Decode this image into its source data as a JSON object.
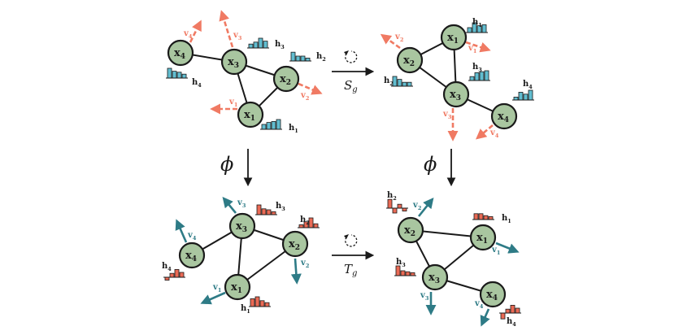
{
  "colors": {
    "node_fill": "#a9c6a0",
    "node_stroke": "#1a1a1a",
    "vec_top": "#f07a63",
    "vec_bottom": "#2e7b86",
    "hist_top": "#62bdd0",
    "hist_bottom": "#ea6a55",
    "hist_stroke": "#1a1a1a",
    "text": "#1a1a1a"
  },
  "maps": {
    "phi_symbol": "ϕ",
    "sg_symbol": "S",
    "sg_subscript": "g",
    "tg_symbol": "T",
    "tg_subscript": "g"
  },
  "panels": [
    {
      "id": "top-left",
      "nodes": [
        {
          "id": "x4",
          "base": "x",
          "sub": "4"
        },
        {
          "id": "x3",
          "base": "x",
          "sub": "3"
        },
        {
          "id": "x2",
          "base": "x",
          "sub": "2"
        },
        {
          "id": "x1",
          "base": "x",
          "sub": "1"
        }
      ],
      "edges": [
        [
          "x4",
          "x3"
        ],
        [
          "x3",
          "x2"
        ],
        [
          "x3",
          "x1"
        ],
        [
          "x2",
          "x1"
        ]
      ],
      "vectors": [
        {
          "node": "x4",
          "label": "v",
          "sub": "4"
        },
        {
          "node": "x3",
          "label": "v",
          "sub": "3"
        },
        {
          "node": "x2",
          "label": "v",
          "sub": "2"
        },
        {
          "node": "x1",
          "label": "v",
          "sub": "1"
        }
      ],
      "histograms": [
        {
          "node": "x3",
          "label": "h",
          "sub": "3",
          "values": [
            0.4,
            0.6,
            1.0,
            0.7
          ]
        },
        {
          "node": "x2",
          "label": "h",
          "sub": "2",
          "values": [
            0.9,
            0.5,
            0.5,
            0.3
          ]
        },
        {
          "node": "x4",
          "label": "h",
          "sub": "4",
          "values": [
            1.0,
            0.7,
            0.6,
            0.4
          ]
        },
        {
          "node": "x1",
          "label": "h",
          "sub": "1",
          "values": [
            0.5,
            0.7,
            0.8,
            1.0
          ]
        }
      ]
    },
    {
      "id": "top-right",
      "nodes": [
        {
          "id": "x1",
          "base": "x",
          "sub": "1"
        },
        {
          "id": "x2",
          "base": "x",
          "sub": "2"
        },
        {
          "id": "x3",
          "base": "x",
          "sub": "3"
        },
        {
          "id": "x4",
          "base": "x",
          "sub": "4"
        }
      ],
      "edges": [
        [
          "x1",
          "x2"
        ],
        [
          "x1",
          "x3"
        ],
        [
          "x2",
          "x3"
        ],
        [
          "x3",
          "x4"
        ]
      ],
      "vectors": [
        {
          "node": "x2",
          "label": "v",
          "sub": "2"
        },
        {
          "node": "x1",
          "label": "v",
          "sub": "1"
        },
        {
          "node": "x3",
          "label": "v",
          "sub": "3"
        },
        {
          "node": "x4",
          "label": "v",
          "sub": "4"
        }
      ],
      "histograms": [
        {
          "node": "x1",
          "label": "h",
          "sub": "1",
          "values": [
            0.5,
            1.0,
            0.7,
            0.8
          ]
        },
        {
          "node": "x3",
          "label": "h",
          "sub": "3",
          "values": [
            0.4,
            0.8,
            0.9,
            1.0
          ]
        },
        {
          "node": "x2",
          "label": "h",
          "sub": "2",
          "values": [
            1.0,
            0.7,
            0.4,
            0.4
          ]
        },
        {
          "node": "x4",
          "label": "h",
          "sub": "4",
          "values": [
            0.3,
            0.8,
            0.6,
            1.0
          ]
        }
      ]
    },
    {
      "id": "bottom-left",
      "nodes": [
        {
          "id": "x3",
          "base": "x",
          "sub": "3"
        },
        {
          "id": "x2",
          "base": "x",
          "sub": "2"
        },
        {
          "id": "x4",
          "base": "x",
          "sub": "4"
        },
        {
          "id": "x1",
          "base": "x",
          "sub": "1"
        }
      ],
      "edges": [
        [
          "x4",
          "x3"
        ],
        [
          "x3",
          "x2"
        ],
        [
          "x3",
          "x1"
        ],
        [
          "x2",
          "x1"
        ]
      ],
      "vectors": [
        {
          "node": "x3",
          "label": "v",
          "sub": "3"
        },
        {
          "node": "x4",
          "label": "v",
          "sub": "4"
        },
        {
          "node": "x2",
          "label": "v",
          "sub": "2"
        },
        {
          "node": "x1",
          "label": "v",
          "sub": "1"
        }
      ],
      "histograms": [
        {
          "node": "x3",
          "label": "h",
          "sub": "3",
          "values": [
            1.0,
            0.6,
            0.5,
            0.3
          ]
        },
        {
          "node": "x2",
          "label": "h",
          "sub": "2",
          "values": [
            0.3,
            0.6,
            1.0,
            0.4
          ]
        },
        {
          "node": "x4",
          "label": "h",
          "sub": "4",
          "values": [
            -0.3,
            0.4,
            0.8,
            0.5
          ]
        },
        {
          "node": "x1",
          "label": "h",
          "sub": "1",
          "values": [
            0.8,
            1.0,
            0.6,
            0.4
          ]
        }
      ]
    },
    {
      "id": "bottom-right",
      "nodes": [
        {
          "id": "x2",
          "base": "x",
          "sub": "2"
        },
        {
          "id": "x1",
          "base": "x",
          "sub": "1"
        },
        {
          "id": "x3",
          "base": "x",
          "sub": "3"
        },
        {
          "id": "x4",
          "base": "x",
          "sub": "4"
        }
      ],
      "edges": [
        [
          "x2",
          "x1"
        ],
        [
          "x2",
          "x3"
        ],
        [
          "x1",
          "x3"
        ],
        [
          "x3",
          "x4"
        ]
      ],
      "vectors": [
        {
          "node": "x2",
          "label": "v",
          "sub": "2"
        },
        {
          "node": "x1",
          "label": "v",
          "sub": "1"
        },
        {
          "node": "x3",
          "label": "v",
          "sub": "3"
        },
        {
          "node": "x4",
          "label": "v",
          "sub": "4"
        }
      ],
      "histograms": [
        {
          "node": "x2",
          "label": "h",
          "sub": "2",
          "values": [
            0.9,
            -0.5,
            0.4,
            -0.3
          ]
        },
        {
          "node": "x1",
          "label": "h",
          "sub": "1",
          "values": [
            0.6,
            0.6,
            0.4,
            0.3
          ]
        },
        {
          "node": "x3",
          "label": "h",
          "sub": "3",
          "values": [
            1.0,
            0.5,
            0.4,
            0.3
          ]
        },
        {
          "node": "x4",
          "label": "h",
          "sub": "4",
          "values": [
            -0.6,
            0.4,
            0.8,
            0.5
          ]
        }
      ]
    }
  ]
}
